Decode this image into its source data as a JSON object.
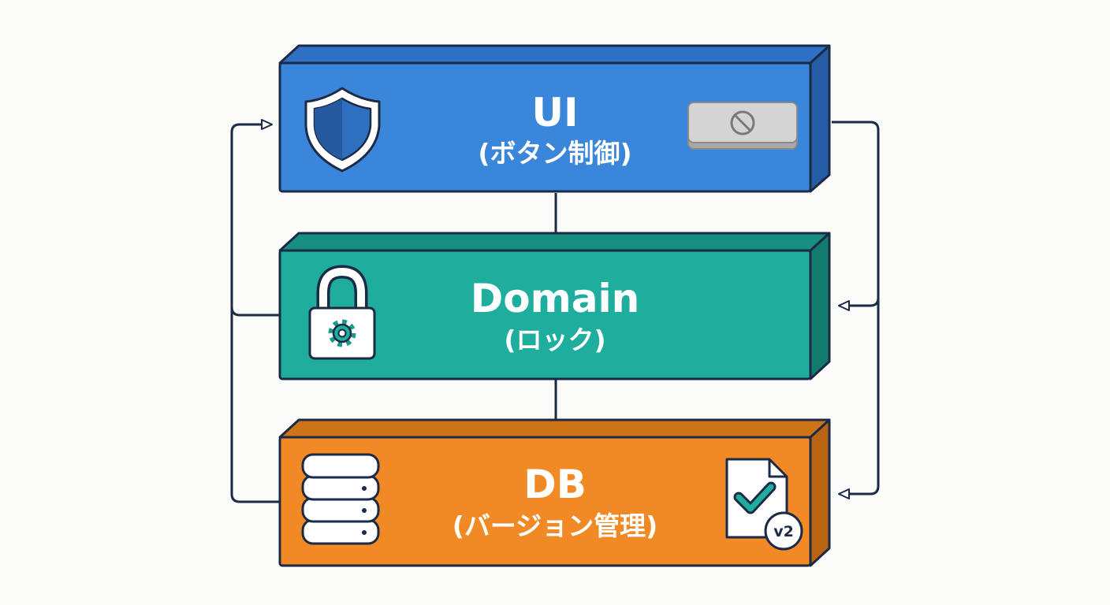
{
  "layers": [
    {
      "id": "ui",
      "title": "UI",
      "subtitle": "(ボタン制御)",
      "color": "#3a86db",
      "left_icon": "shield-icon",
      "right_icon": "disabled-button-icon"
    },
    {
      "id": "domain",
      "title": "Domain",
      "subtitle": "(ロック)",
      "color": "#1fae9d",
      "left_icon": "lock-gear-icon"
    },
    {
      "id": "db",
      "title": "DB",
      "subtitle": "(バージョン管理)",
      "color": "#f18a25",
      "left_icon": "database-icon",
      "right_icon": "versioned-document-icon"
    }
  ],
  "version_badge": "v2",
  "colors": {
    "outline": "#1b2a47",
    "background": "#fbfbfa"
  }
}
